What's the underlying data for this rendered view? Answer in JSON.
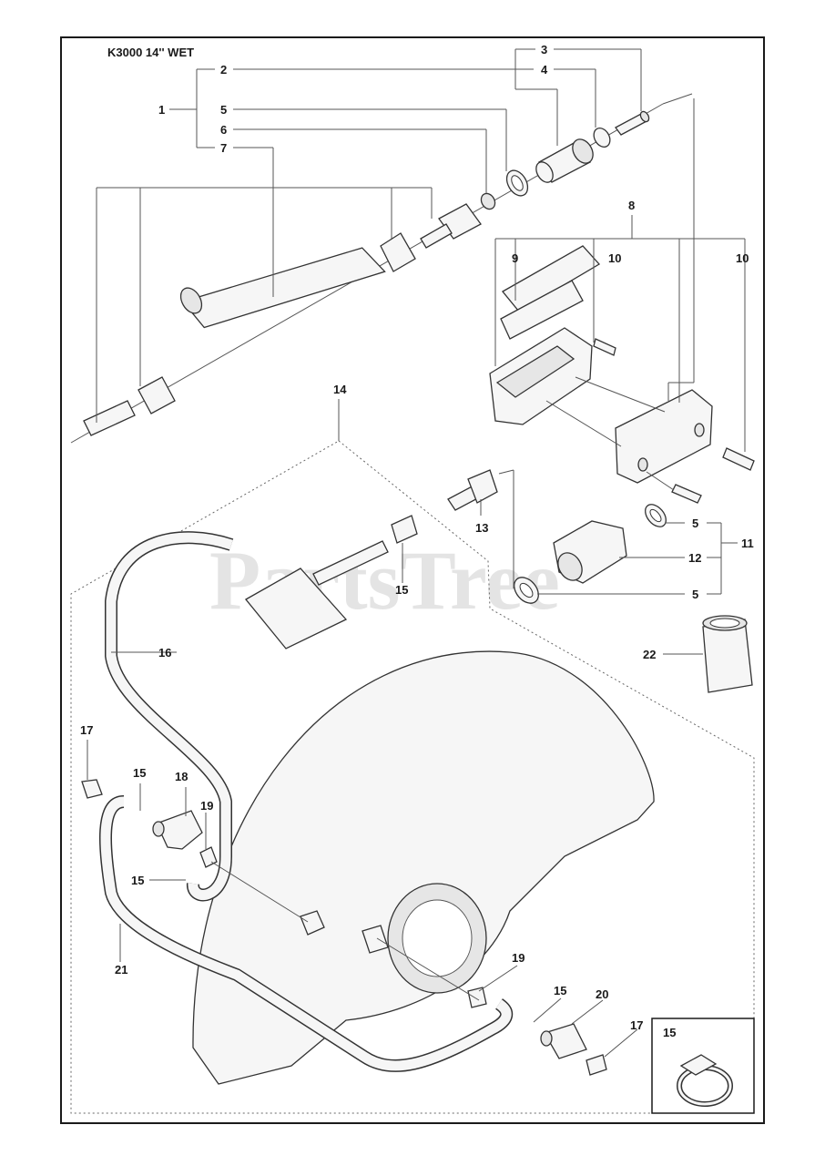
{
  "title": "K3000 14'' WET",
  "watermark": "PartsTree",
  "callouts": [
    {
      "id": "c1",
      "text": "1"
    },
    {
      "id": "c2",
      "text": "2"
    },
    {
      "id": "c3",
      "text": "3"
    },
    {
      "id": "c4",
      "text": "4"
    },
    {
      "id": "c5a",
      "text": "5"
    },
    {
      "id": "c6",
      "text": "6"
    },
    {
      "id": "c7",
      "text": "7"
    },
    {
      "id": "c8",
      "text": "8"
    },
    {
      "id": "c9",
      "text": "9"
    },
    {
      "id": "c10a",
      "text": "10"
    },
    {
      "id": "c10b",
      "text": "10"
    },
    {
      "id": "c5b",
      "text": "5"
    },
    {
      "id": "c11",
      "text": "11"
    },
    {
      "id": "c12",
      "text": "12"
    },
    {
      "id": "c5c",
      "text": "5"
    },
    {
      "id": "c13",
      "text": "13"
    },
    {
      "id": "c14",
      "text": "14"
    },
    {
      "id": "c15a",
      "text": "15"
    },
    {
      "id": "c16",
      "text": "16"
    },
    {
      "id": "c22",
      "text": "22"
    },
    {
      "id": "c17a",
      "text": "17"
    },
    {
      "id": "c15b",
      "text": "15"
    },
    {
      "id": "c18",
      "text": "18"
    },
    {
      "id": "c19a",
      "text": "19"
    },
    {
      "id": "c15c",
      "text": "15"
    },
    {
      "id": "c21",
      "text": "21"
    },
    {
      "id": "c19b",
      "text": "19"
    },
    {
      "id": "c15d",
      "text": "15"
    },
    {
      "id": "c20",
      "text": "20"
    },
    {
      "id": "c17b",
      "text": "17"
    },
    {
      "id": "c15e",
      "text": "15"
    }
  ],
  "inset_label": "15"
}
